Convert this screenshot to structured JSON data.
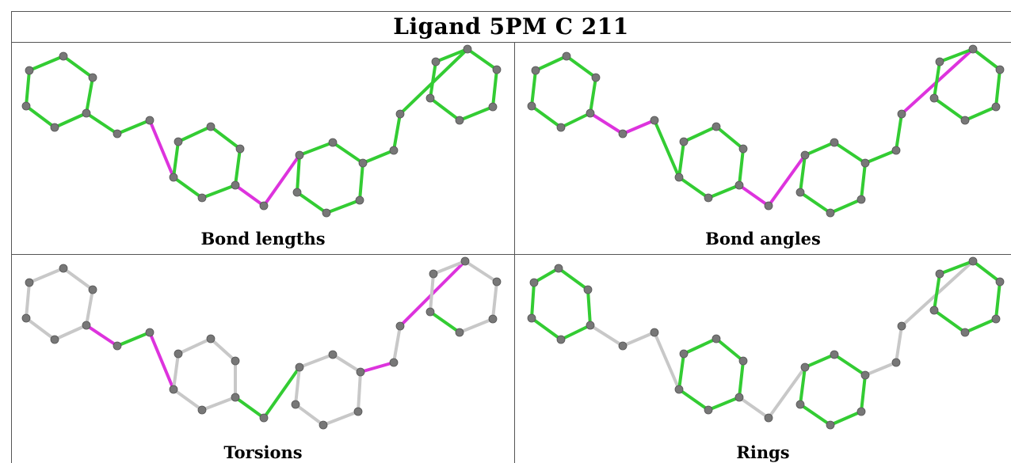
{
  "title": "Ligand 5PM C 211",
  "colors": {
    "green": "#33cc33",
    "magenta": "#dd33dd",
    "gray": "#c8c8c8",
    "atom": "#777777"
  },
  "panels": [
    {
      "caption": "Bond lengths",
      "bonds": [
        "g",
        "g",
        "g",
        "g",
        "g",
        "g",
        "g",
        "g",
        "m",
        "g",
        "g",
        "g",
        "g",
        "g",
        "g",
        "m",
        "m",
        "g",
        "g",
        "g",
        "g",
        "g",
        "g",
        "g",
        "g",
        "g",
        "g",
        "g",
        "g",
        "g",
        "g"
      ]
    },
    {
      "caption": "Bond angles",
      "bonds": [
        "g",
        "g",
        "g",
        "g",
        "g",
        "g",
        "m",
        "m",
        "g",
        "g",
        "g",
        "g",
        "g",
        "g",
        "g",
        "m",
        "m",
        "g",
        "g",
        "g",
        "g",
        "g",
        "g",
        "g",
        "g",
        "m",
        "g",
        "g",
        "g",
        "g",
        "g"
      ]
    },
    {
      "caption": "Torsions",
      "bonds": [
        "r",
        "r",
        "r",
        "r",
        "r",
        "r",
        "m",
        "g",
        "m",
        "r",
        "r",
        "r",
        "r",
        "r",
        "r",
        "g",
        "g",
        "r",
        "r",
        "r",
        "r",
        "r",
        "r",
        "m",
        "r",
        "m",
        "r",
        "r",
        "r",
        "r",
        "r"
      ]
    },
    {
      "caption": "Rings",
      "bonds": [
        "g",
        "g",
        "g",
        "g",
        "g",
        "g",
        "r",
        "r",
        "r",
        "g",
        "g",
        "g",
        "g",
        "g",
        "g",
        "r",
        "r",
        "g",
        "g",
        "g",
        "g",
        "g",
        "g",
        "r",
        "r",
        "r",
        "g",
        "g",
        "g",
        "g",
        "g"
      ]
    }
  ]
}
